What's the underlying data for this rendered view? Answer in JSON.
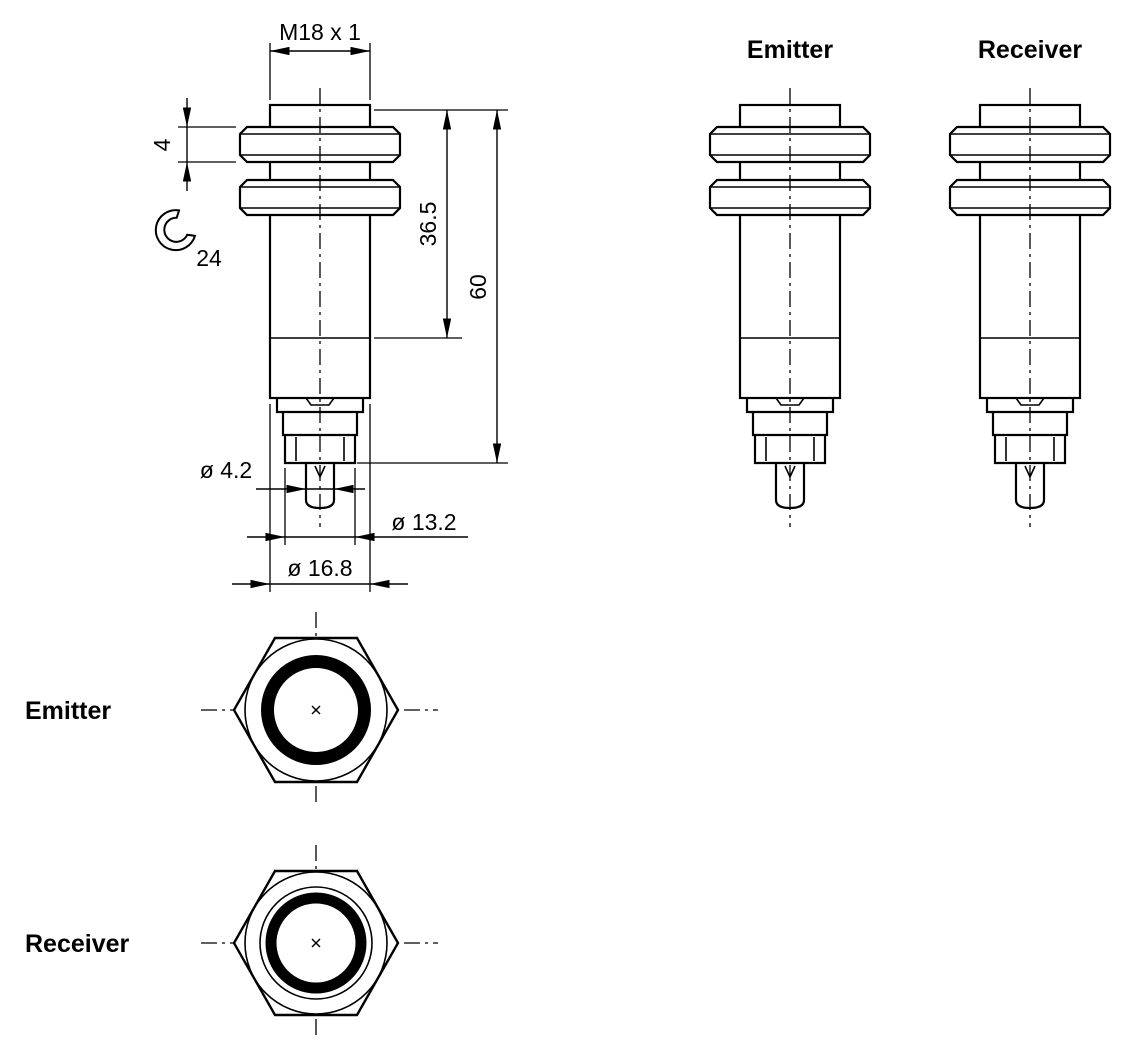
{
  "colors": {
    "ink": "#000000",
    "paper": "#ffffff"
  },
  "dimension_labels": {
    "thread": "M18 x 1",
    "nut_thickness": "4",
    "wrench_size": "24",
    "thread_length": "36.5",
    "overall_length": "60",
    "tip_diameter": "ø 4.2",
    "collar_diameter": "ø 13.2",
    "body_diameter": "ø 16.8"
  },
  "side_views": {
    "emitter_label": "Emitter",
    "receiver_label": "Receiver"
  },
  "front_views": {
    "emitter_label": "Emitter",
    "receiver_label": "Receiver"
  }
}
